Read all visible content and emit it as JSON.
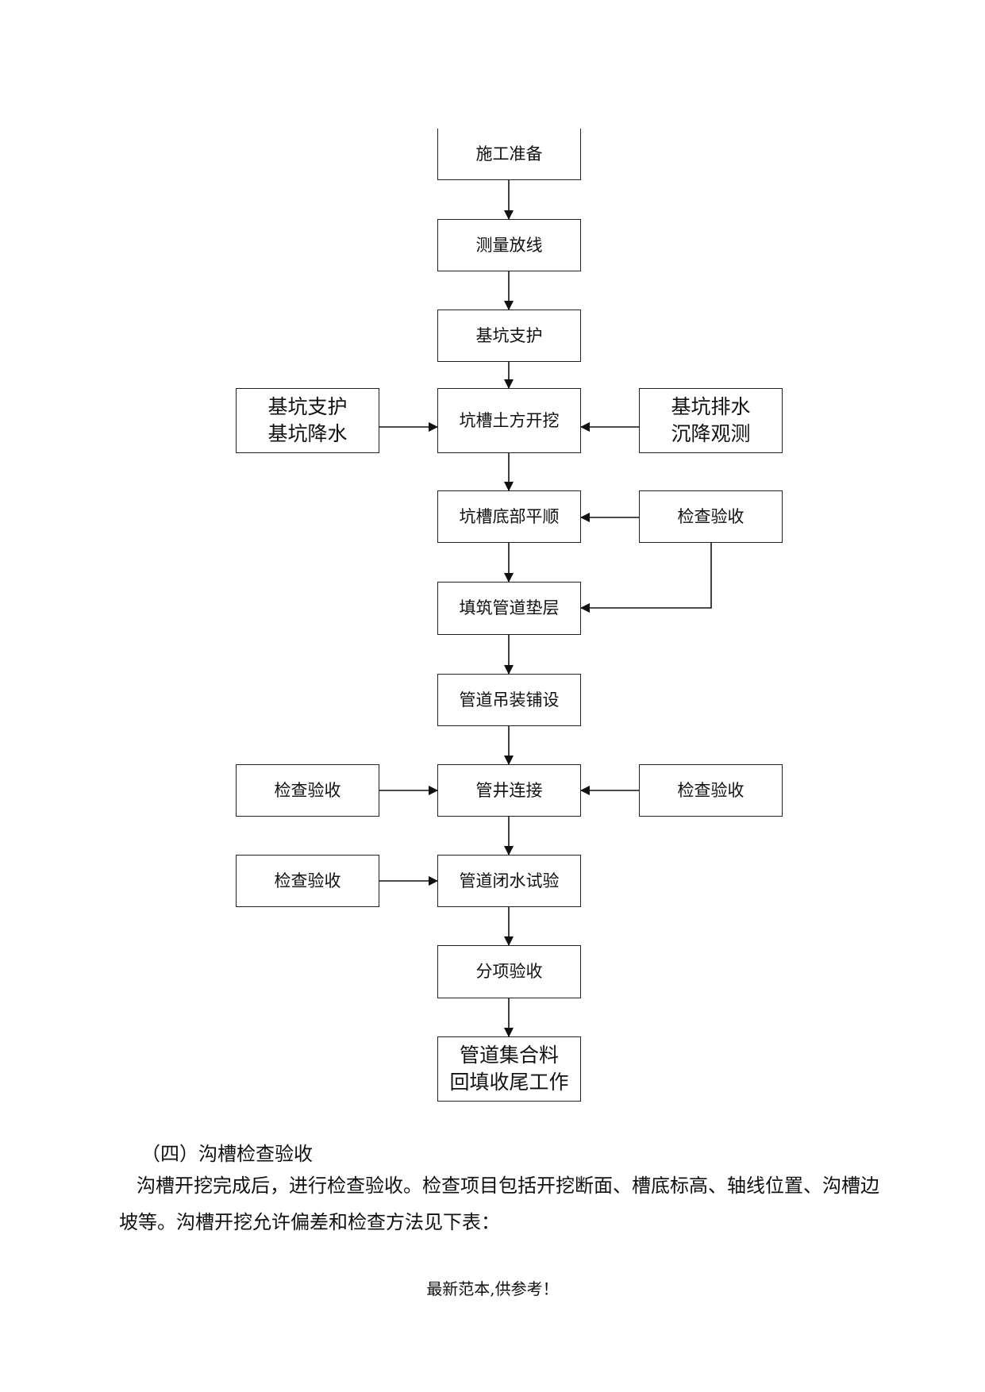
{
  "flowchart": {
    "main": [
      "施工准备",
      "测量放线",
      "基坑支护",
      "坑槽土方开挖",
      "坑槽底部平顺",
      "填筑管道垫层",
      "管道吊装铺设",
      "管井连接",
      "管道闭水试验",
      "分项验收",
      "管道集合料\n回填收尾工作"
    ],
    "side_left_excavation": "基坑支护\n基坑降水",
    "side_right_excavation": "基坑排水\n沉降观测",
    "side_right_inspection": "检查验收",
    "side_left_pipe_connection": "检查验收",
    "side_right_pipe_connection": "检查验收",
    "side_left_water_test": "检查验收"
  },
  "text": {
    "section_heading": "（四）沟槽检查验收",
    "paragraph": "沟槽开挖完成后，进行检查验收。检查项目包括开挖断面、槽底标高、轴线位置、沟槽边坡等。沟槽开挖允许偏差和检查方法见下表：",
    "footer": "最新范本,供参考！"
  }
}
